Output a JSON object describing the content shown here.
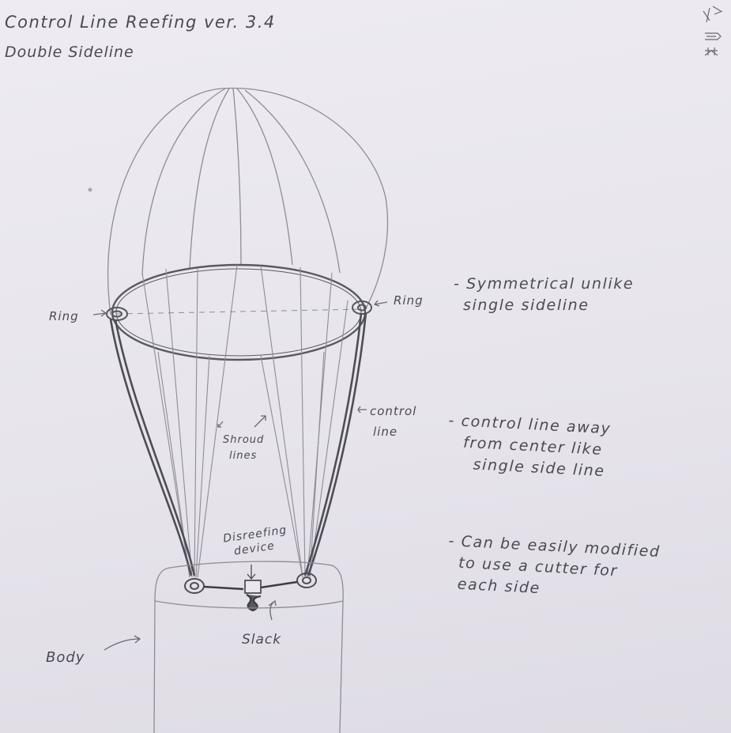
{
  "header": {
    "title": "Control Line Reefing ver. 3.4",
    "subtitle": "Double Sideline"
  },
  "labels": {
    "ring_left": "Ring",
    "ring_right": "Ring",
    "control_line_1": "control",
    "control_line_2": "line",
    "shroud_lines_1": "Shroud",
    "shroud_lines_2": "lines",
    "disreefing_1": "Disreefing",
    "disreefing_2": "device",
    "slack": "Slack",
    "body": "Body"
  },
  "notes": [
    {
      "line1": "- Symmetrical unlike",
      "line2": "single sideline",
      "line3": ""
    },
    {
      "line1": "- control line away",
      "line2": "from center like",
      "line3": "single side line"
    },
    {
      "line1": "- Can be easily modified",
      "line2": "to use a cutter for",
      "line3": "each side"
    }
  ],
  "colors": {
    "paper": "#e9e6ee",
    "pencil": "#55555c",
    "pencil_light": "#9a98a2"
  }
}
